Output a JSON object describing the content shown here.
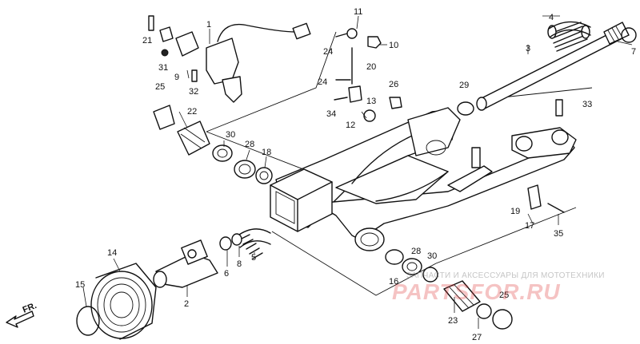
{
  "watermark": {
    "subtitle": "ЗАПЧАСТИ И АКСЕССУАРЫ ДЛЯ МОТОТЕХНИКИ",
    "logo": "PARTSFOR.RU",
    "logo_color": "#dc2828"
  },
  "front_arrow": {
    "label": "FR."
  },
  "parts": {
    "p1": "1",
    "p2": "2",
    "p3": "3",
    "p4": "4",
    "p5": "5",
    "p6": "6",
    "p7": "7",
    "p8": "8",
    "p9": "9",
    "p10": "10",
    "p11": "11",
    "p12": "12",
    "p13": "13",
    "p14": "14",
    "p15": "15",
    "p16": "16",
    "p17": "17",
    "p18": "18",
    "p19": "19",
    "p20": "20",
    "p21": "21",
    "p22": "22",
    "p23": "23",
    "p24a": "24",
    "p24b": "24",
    "p25a": "25",
    "p25b": "25",
    "p26": "26",
    "p27": "27",
    "p28a": "28",
    "p28b": "28",
    "p29": "29",
    "p30a": "30",
    "p30b": "30",
    "p31": "31",
    "p32": "32",
    "p33": "33",
    "p34": "34",
    "p35": "35"
  }
}
